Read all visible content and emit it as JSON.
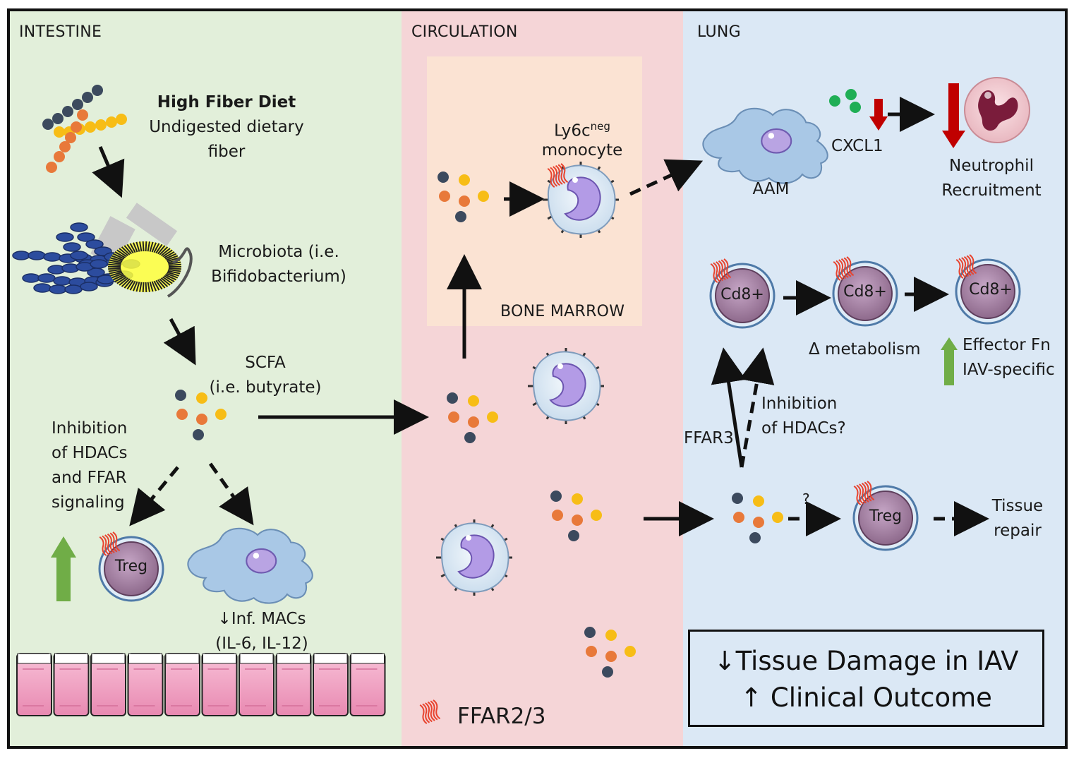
{
  "sections": {
    "intestine": "INTESTINE",
    "circulation": "CIRCULATION",
    "lung": "LUNG",
    "bone_marrow": "BONE MARROW"
  },
  "intestine": {
    "diet_title": "High Fiber Diet",
    "diet_line1": "Undigested dietary",
    "diet_line2": "fiber",
    "microbiota_line1": "Microbiota (i.e.",
    "microbiota_line2": "Bifidobacterium)",
    "scfa_line1": "SCFA",
    "scfa_line2": "(i.e. butyrate)",
    "inhibition_lines": [
      "Inhibition",
      "of HDACs",
      "and FFAR",
      "signaling"
    ],
    "treg": "Treg",
    "macs_line1": "↓Inf. MACs",
    "macs_line2": "(IL-6, IL-12)"
  },
  "circulation": {
    "monocyte_main": "Ly6c",
    "monocyte_sup": "neg",
    "monocyte_line2": "monocyte",
    "legend": "FFAR2/3"
  },
  "lung": {
    "aam": "AAM",
    "cxcl1": "CXCL1",
    "neutrophil_line1": "Neutrophil",
    "neutrophil_line2": "Recruitment",
    "cd8": "Cd8+",
    "delta_metabolism": "Δ metabolism",
    "effector_line1": "Effector Fn",
    "effector_line2": "IAV-specific",
    "ffar3": "FFAR3",
    "hdac_line1": "Inhibition",
    "hdac_line2": "of HDACs?",
    "question": "?",
    "treg": "Treg",
    "repair_line1": "Tissue",
    "repair_line2": "repair"
  },
  "outcome": {
    "line1": "↓Tissue Damage in IAV",
    "line2": "↑ Clinical Outcome"
  },
  "colors": {
    "intestine_bg": "#e2efda",
    "circulation_bg": "#f5d5d7",
    "lung_bg": "#dbe8f5",
    "bone_marrow_bg": "#fbe3d3",
    "dark_dot": "#3c4a5e",
    "yellow_dot": "#f7bd16",
    "orange_dot": "#e8793a",
    "green_dot": "#1fae55",
    "up_arrow_green": "#70ad47",
    "down_arrow_red": "#c00000"
  }
}
